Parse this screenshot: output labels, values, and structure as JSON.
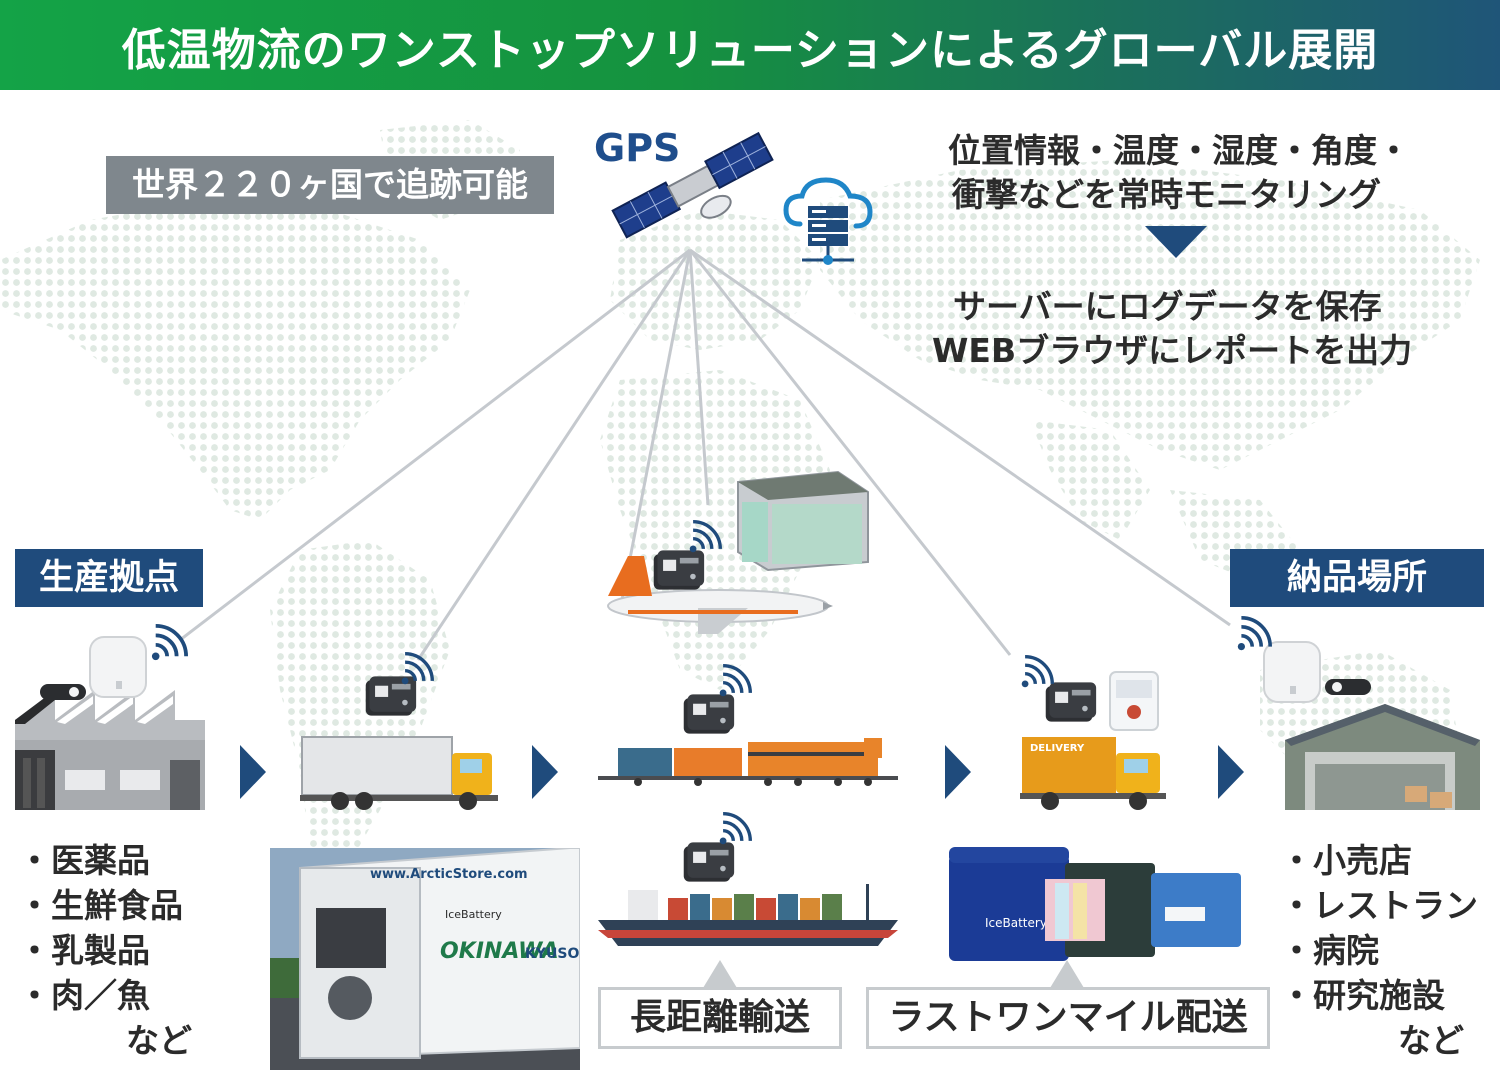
{
  "title": "低温物流のワンストップソリューションによるグローバル展開",
  "gps_label": "GPS",
  "coverage_badge": "世界２２０ヶ国で追跡可能",
  "monitoring": {
    "line1": "位置情報・温度・湿度・角度・",
    "line2": "衝撃などを常時モニタリング"
  },
  "server": {
    "line1": "サーバーにログデータを保存",
    "line2": "WEBブラウザにレポートを出力"
  },
  "origin": {
    "label": "生産拠点",
    "items": [
      "・医薬品",
      "・生鮮食品",
      "・乳製品",
      "・肉／魚"
    ],
    "etc": "など"
  },
  "destination": {
    "label": "納品場所",
    "items": [
      "・小売店",
      "・レストラン",
      "・病院",
      "・研究施設"
    ],
    "etc": "など"
  },
  "long_haul_label": "長距離輸送",
  "last_mile_label": "ラストワンマイル配送",
  "truck_text": "DELIVERY",
  "container_text": "OKINAWA",
  "container_text2": "KYUSO",
  "container_site": "www.ArcticStore.com",
  "container_logo": "IceBattery",
  "colors": {
    "title_green": "#14a347",
    "title_blue": "#1f5578",
    "label_blue": "#1f4b7c",
    "arrow_blue": "#1f4b7c",
    "map_dot": "#dfe9e2",
    "gray_badge": "#7f878d"
  }
}
